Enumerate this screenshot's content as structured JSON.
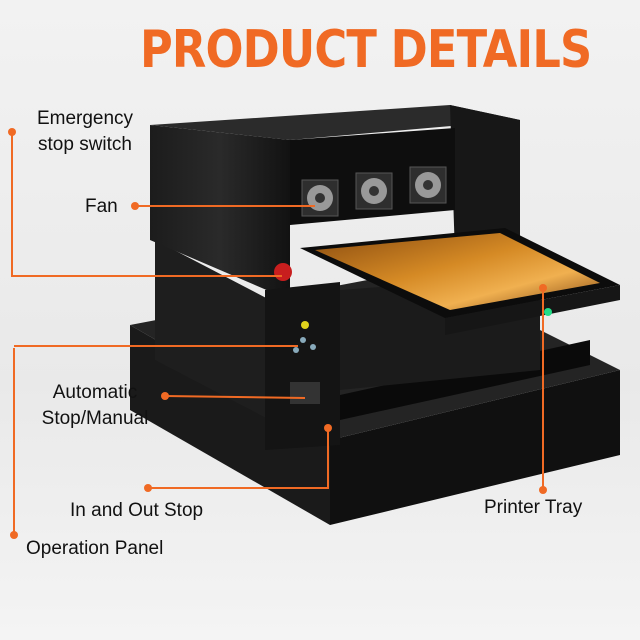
{
  "title": "PRODUCT DETAILS",
  "colors": {
    "accent": "#f06a24",
    "body": "#151515",
    "tray": "#c9781a"
  },
  "labels": {
    "emergency_line1": "Emergency",
    "emergency_line2": "stop switch",
    "fan": "Fan",
    "automatic_line1": "Automatic",
    "automatic_line2": "Stop/Manual",
    "in_out": "In and Out Stop",
    "printer_tray": "Printer Tray",
    "operation_panel": "Operation Panel"
  }
}
